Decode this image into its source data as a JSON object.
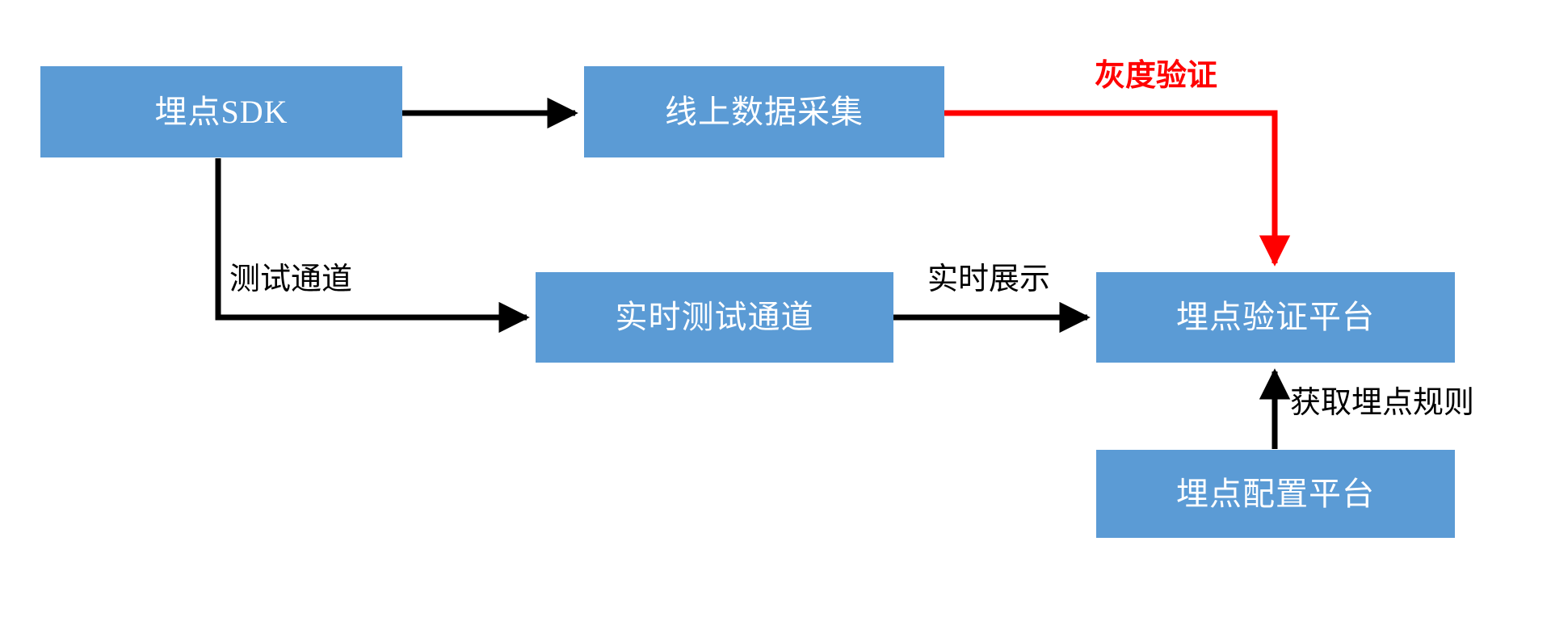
{
  "diagram": {
    "title_present": false,
    "background_color": "#FFFFFF",
    "node_fill_color": "#5B9BD5",
    "node_text_color": "#FFFFFF",
    "edge_color": "#000000",
    "highlight_edge_color": "#FF0000",
    "nodes": [
      {
        "id": "sdk",
        "label": "埋点SDK"
      },
      {
        "id": "online-collect",
        "label": "线上数据采集"
      },
      {
        "id": "realtime-test",
        "label": "实时测试通道"
      },
      {
        "id": "verify-platform",
        "label": "埋点验证平台"
      },
      {
        "id": "config-platform",
        "label": "埋点配置平台"
      }
    ],
    "edge_labels": [
      {
        "id": "test-channel",
        "label": "测试通道",
        "color": "#000000"
      },
      {
        "id": "gray-verify",
        "label": "灰度验证",
        "color": "#FF0000"
      },
      {
        "id": "realtime-show",
        "label": "实时展示",
        "color": "#000000"
      },
      {
        "id": "fetch-rules",
        "label": "获取埋点规则",
        "color": "#000000"
      }
    ],
    "edges": [
      {
        "id": "sdk-to-online-collect",
        "from": "sdk",
        "to": "online-collect",
        "label": ""
      },
      {
        "id": "sdk-to-realtime-test",
        "from": "sdk",
        "to": "realtime-test",
        "label": "测试通道"
      },
      {
        "id": "realtime-test-to-verify",
        "from": "realtime-test",
        "to": "verify-platform",
        "label": "实时展示"
      },
      {
        "id": "online-collect-to-verify",
        "from": "online-collect",
        "to": "verify-platform",
        "label": "灰度验证"
      },
      {
        "id": "config-platform-to-verify",
        "from": "config-platform",
        "to": "verify-platform",
        "label": "获取埋点规则"
      }
    ]
  }
}
